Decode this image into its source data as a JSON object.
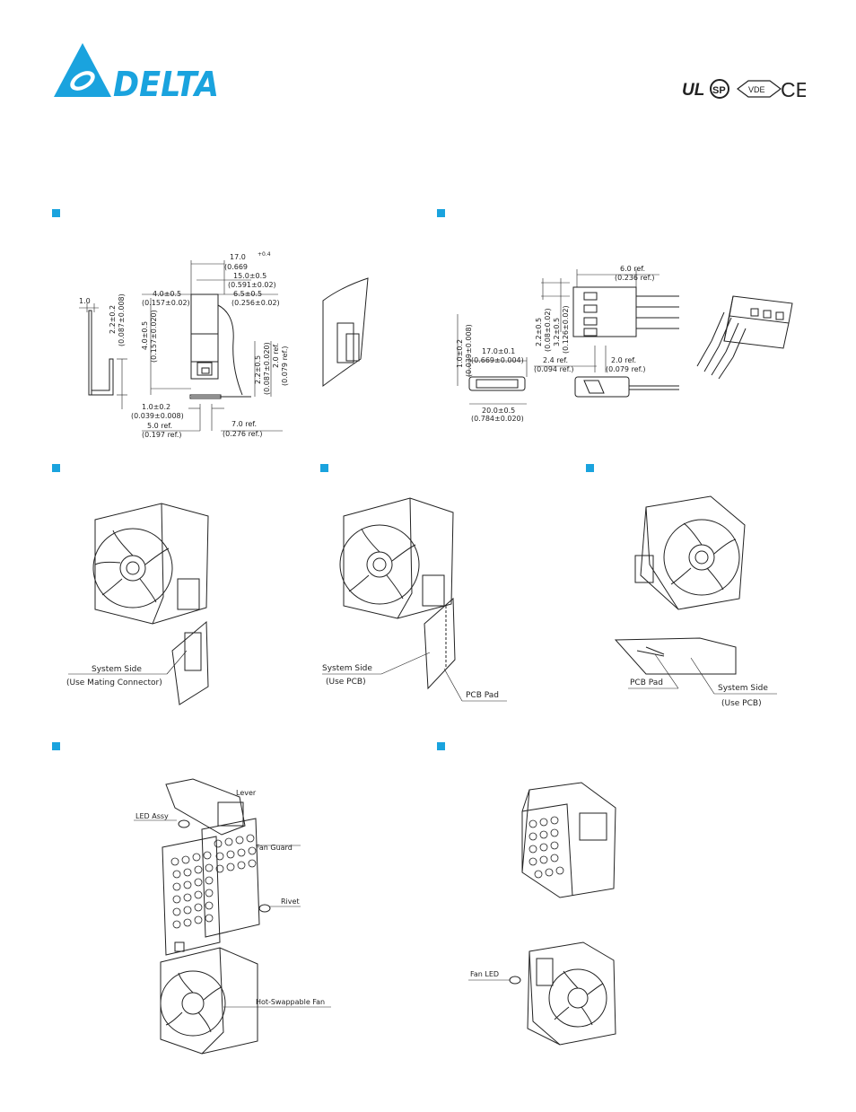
{
  "brand": {
    "name": "DELTA",
    "color": "#1aa3de"
  },
  "certifications": {
    "ul": "UL",
    "csa": "SP",
    "vde": "VDE",
    "ce": "CE"
  },
  "accent_color": "#1aa3de",
  "section_a": {
    "dims": {
      "d1": "1.0",
      "d2": "2.2±0.2",
      "d2b": "(0.087±0.008)",
      "d3": "17.0",
      "d3b": "(0.669",
      "d3tol": "+0.4",
      "d4": "15.0±0.5",
      "d4b": "(0.591±0.02)",
      "d5": "4.0±0.5",
      "d5b": "(0.157±0.02)",
      "d6": "6.5±0.5",
      "d6b": "(0.256±0.02)",
      "d7": "4.0±0.5",
      "d7b": "(0.157±0.020)",
      "d8": "2.2±0.5",
      "d8b": "(0.087±0.020)",
      "d9": "2.0 ref.",
      "d9b": "(0.079 ref.)",
      "d10": "1.0±0.2",
      "d10b": "(0.039±0.008)",
      "d11": "5.0 ref.",
      "d11b": "(0.197 ref.)",
      "d12": "7.0 ref.",
      "d12b": "(0.276 ref.)"
    }
  },
  "section_b": {
    "dims": {
      "e1": "1.0±0.2",
      "e1b": "(0.039±0.008)",
      "e2": "17.0±0.1",
      "e2b": "(0.669±0.004)",
      "e3": "20.0±0.5",
      "e3b": "(0.784±0.020)",
      "e4": "6.0 ref.",
      "e4b": "(0.236 ref.)",
      "e5": "2.2±0.5",
      "e5b": "(0.08±0.02)",
      "e6": "3.2±0.5",
      "e6b": "(0.126±0.02)",
      "e7": "2.4 ref.",
      "e7b": "(0.094 ref.)",
      "e8": "2.0 ref.",
      "e8b": "(0.079 ref.)"
    }
  },
  "mount_labels": {
    "system_side": "System Side",
    "use_mating_connector": "(Use Mating Connector)",
    "use_pcb": "(Use PCB)",
    "pcb_pad": "PCB Pad"
  },
  "assembly_labels": {
    "lever": "Lever",
    "led_assy": "LED Assy",
    "fan_guard": "Fan Guard",
    "rivet": "Rivet",
    "hot_swappable_fan": "Hot-Swappable Fan",
    "fan_led": "Fan LED"
  }
}
